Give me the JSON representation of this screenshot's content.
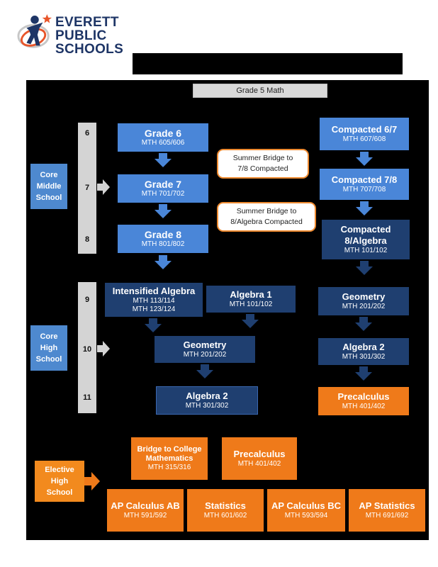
{
  "header": {
    "logo_lines": [
      "EVERETT",
      "PUBLIC",
      "SCHOOLS"
    ]
  },
  "top_box": "Grade 5 Math",
  "grades": [
    "6",
    "7",
    "8",
    "9",
    "10",
    "11"
  ],
  "side_labels": {
    "core_middle": [
      "Core",
      "Middle",
      "School"
    ],
    "core_high": [
      "Core",
      "High",
      "School"
    ],
    "elective_high": [
      "Elective",
      "High",
      "School"
    ]
  },
  "bridges": {
    "bridge1": [
      "Summer Bridge to",
      "7/8 Compacted"
    ],
    "bridge2": [
      "Summer Bridge to",
      "8/Algebra Compacted"
    ]
  },
  "courses": {
    "grade6": {
      "title": "Grade 6",
      "code": "MTH 605/606"
    },
    "grade7": {
      "title": "Grade 7",
      "code": "MTH 701/702"
    },
    "grade8": {
      "title": "Grade 8",
      "code": "MTH 801/802"
    },
    "compacted67": {
      "title": "Compacted 6/7",
      "code": "MTH 607/608"
    },
    "compacted78": {
      "title": "Compacted 7/8",
      "code": "MTH 707/708"
    },
    "compacted8alg": {
      "title1": "Compacted",
      "title2": "8/Algebra",
      "code": "MTH 101/102"
    },
    "intensified": {
      "title": "Intensified Algebra",
      "code1": "MTH 113/114",
      "code2": "MTH 123/124"
    },
    "algebra1": {
      "title": "Algebra 1",
      "code": "MTH 101/102"
    },
    "geometry_core": {
      "title": "Geometry",
      "code": "MTH 201/202"
    },
    "algebra2_core": {
      "title": "Algebra 2",
      "code": "MTH 301/302"
    },
    "geometry_acc": {
      "title": "Geometry",
      "code": "MTH 201/202"
    },
    "algebra2_acc": {
      "title": "Algebra 2",
      "code": "MTH 301/302"
    },
    "precalc_acc": {
      "title": "Precalculus",
      "code": "MTH 401/402"
    },
    "bridge_college": {
      "title1": "Bridge to College",
      "title2": "Mathematics",
      "code": "MTH 315/316"
    },
    "precalc_elec": {
      "title": "Precalculus",
      "code": "MTH 401/402"
    },
    "ap_calc_ab": {
      "title": "AP Calculus AB",
      "code": "MTH 591/592"
    },
    "statistics": {
      "title": "Statistics",
      "code": "MTH 601/602"
    },
    "ap_calc_bc": {
      "title": "AP Calculus BC",
      "code": "MTH 593/594"
    },
    "ap_stats": {
      "title": "AP Statistics",
      "code": "MTH 691/692"
    }
  },
  "colors": {
    "light_blue": "#4a86d8",
    "dark_blue": "#1f3f70",
    "orange": "#ef7a1a",
    "panel": "#000000",
    "logo_navy": "#1e3566",
    "logo_accent": "#e8552a"
  }
}
